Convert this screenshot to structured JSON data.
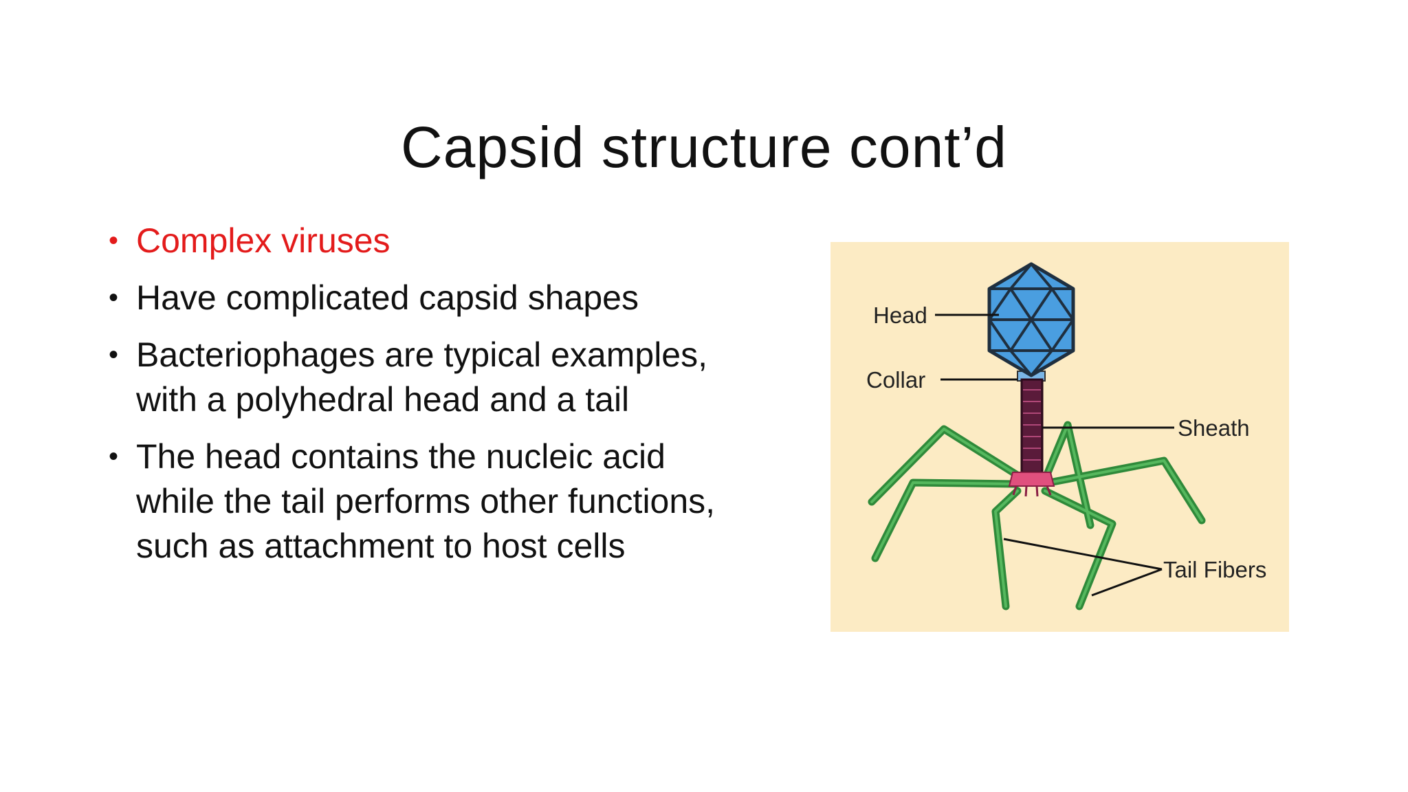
{
  "slide": {
    "title": "Capsid structure cont’d",
    "bullets": [
      {
        "text": "Complex viruses",
        "color": "#e31b1b"
      },
      {
        "text": "Have complicated capsid shapes"
      },
      {
        "text": "Bacteriophages are typical examples, with a polyhedral head and a tail"
      },
      {
        "text": "The head contains the nucleic acid while the tail performs other functions, such as attachment to host cells"
      }
    ],
    "bullet_symbol": "•"
  },
  "figure": {
    "background": "#fcebc4",
    "labels": {
      "head": "Head",
      "collar": "Collar",
      "sheath": "Sheath",
      "tail_fibers": "Tail Fibers"
    },
    "colors": {
      "head": "#4a9ee0",
      "sheath": "#5a1b3a",
      "base_plate": "#e0507e",
      "fibers": "#2f8a3a"
    }
  }
}
